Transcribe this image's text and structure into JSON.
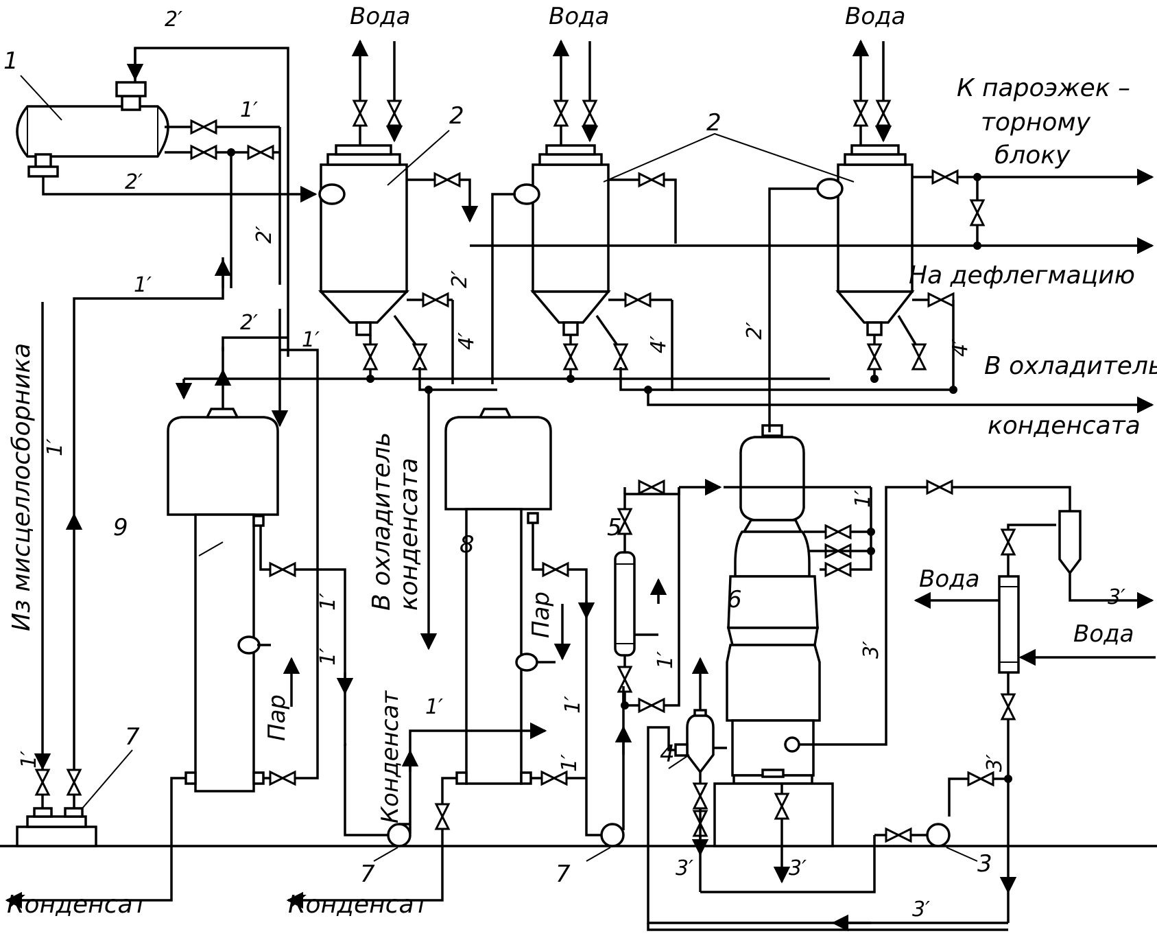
{
  "labels": {
    "water": "Вода",
    "to_ejector_1": "К пароэжек –",
    "to_ejector_2": "торному",
    "to_ejector_3": "блоку",
    "to_dephlegmation": "На дефлегмацию",
    "to_cooler": "В охладитель",
    "condensate_word": "конденсата",
    "from_collector": "Из мисцеллосборника",
    "to_cooler_vertical_1": "В охладитель",
    "to_cooler_vertical_2": "конденсата",
    "steam": "Пар",
    "condensate": "Конденсат"
  },
  "equipment_numbers": {
    "n1": "1",
    "n2": "2",
    "n3": "3",
    "n4": "4",
    "n5": "5",
    "n6": "6",
    "n7": "7",
    "n8": "8",
    "n9": "9"
  },
  "flow_marks": {
    "m1": "1′",
    "m2": "2′",
    "m3": "3′",
    "m4": "4′"
  }
}
